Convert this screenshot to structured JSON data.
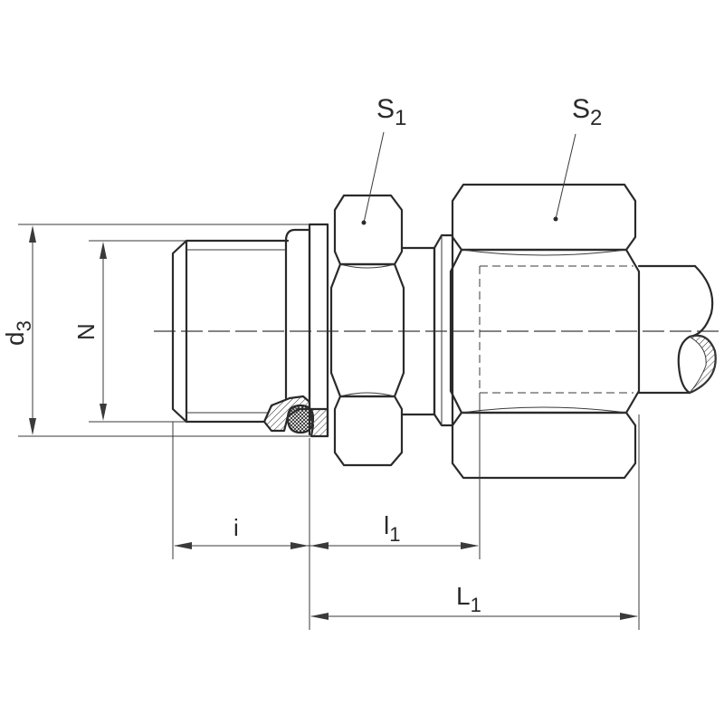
{
  "labels": {
    "s1": {
      "main": "S",
      "sub": "1"
    },
    "s2": {
      "main": "S",
      "sub": "2"
    },
    "d3": {
      "main": "d",
      "sub": "3"
    },
    "n": "N",
    "i": "i",
    "l1": {
      "main": "l",
      "sub": "1"
    },
    "L1": {
      "main": "L",
      "sub": "1"
    }
  },
  "colors": {
    "line": "#2a2a2a",
    "background": "#ffffff"
  }
}
